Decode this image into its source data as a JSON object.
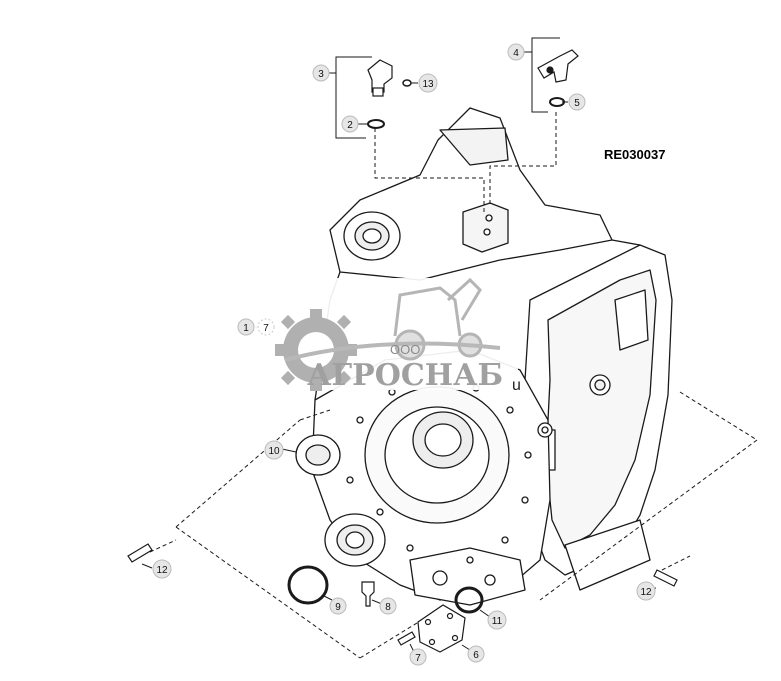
{
  "figure": {
    "reference_code": "RE030037",
    "callouts": [
      {
        "label": "1"
      },
      {
        "label": "2"
      },
      {
        "label": "3"
      },
      {
        "label": "4"
      },
      {
        "label": "5"
      },
      {
        "label": "6"
      },
      {
        "label": "7"
      },
      {
        "label": "7"
      },
      {
        "label": "8"
      },
      {
        "label": "9"
      },
      {
        "label": "10"
      },
      {
        "label": "11"
      },
      {
        "label": "12"
      },
      {
        "label": "12"
      },
      {
        "label": "13"
      }
    ]
  },
  "watermark": {
    "company_prefix": "ООО",
    "company_name": "АГРОСНАБ",
    "trailing_char": "u"
  },
  "colors": {
    "line": "#1a1a1a",
    "callout_fill": "#e6e6e6",
    "watermark": "#a0a0a0"
  }
}
